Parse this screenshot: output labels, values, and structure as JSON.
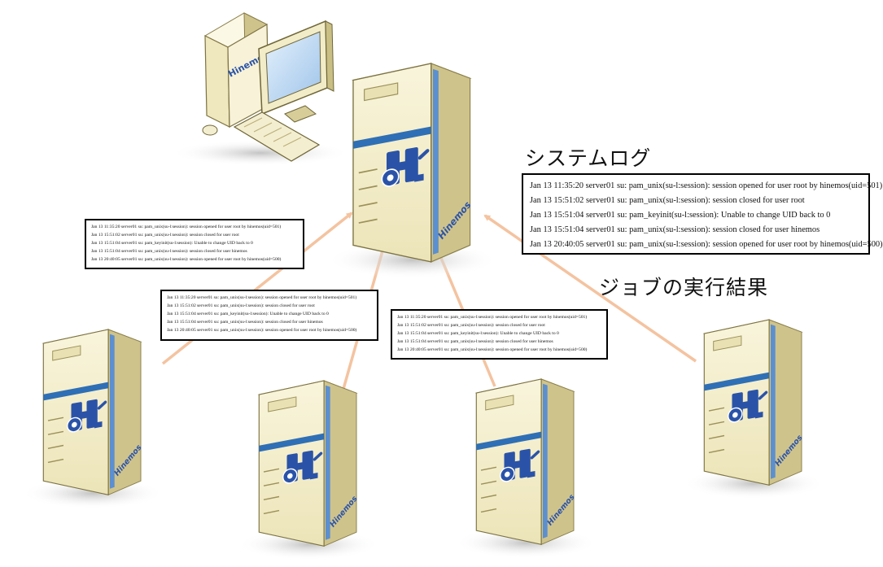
{
  "diagram": {
    "syslog_heading": "システムログ",
    "job_heading": "ジョブの実行結果",
    "brand_label": "Hinemos",
    "server_brand": "Hinemos",
    "central_log": [
      "Jan 13 11:35:20 server01 su: pam_unix(su-l:session): session opened for user root by hinemos(uid=501)",
      "Jan 13 15:51:02 server01 su: pam_unix(su-l:session): session closed for user root",
      "Jan 13 15:51:04 server01 su: pam_keyinit(su-l:session): Unable to change UID back to 0",
      "Jan 13 15:51:04 server01 su: pam_unix(su-l:session): session closed for user hinemos",
      "Jan 13 20:40:05 server01 su: pam_unix(su-l:session): session opened for user root by hinemos(uid=500)"
    ],
    "server_logs": [
      [
        "Jan 13 11:35:20 server01 su: pam_unix(su-l:session): session opened for user root by hinemos(uid=501)",
        "Jan 13 15:51:02 server01 su: pam_unix(su-l:session): session closed for user root",
        "Jan 13 15:51:04 server01 su: pam_keyinit(su-l:session): Unable to change UID back to 0",
        "Jan 13 15:51:04 server01 su: pam_unix(su-l:session): session closed for user hinemos",
        "Jan 13 20:40:05 server01 su: pam_unix(su-l:session): session opened for user root by hinemos(uid=500)"
      ],
      [
        "Jan 13 11:35:20 server01 su: pam_unix(su-l:session): session opened for user root by hinemos(uid=501)",
        "Jan 13 15:51:02 server01 su: pam_unix(su-l:session): session closed for user root",
        "Jan 13 15:51:04 server01 su: pam_keyinit(su-l:session): Unable to change UID back to 0",
        "Jan 13 15:51:04 server01 su: pam_unix(su-l:session): session closed for user hinemos",
        "Jan 13 20:40:05 server01 su: pam_unix(su-l:session): session opened for user root by hinemos(uid=500)"
      ],
      [
        "Jan 13 11:35:20 server01 su: pam_unix(su-l:session): session opened for user root by hinemos(uid=501)",
        "Jan 13 15:51:02 server01 su: pam_unix(su-l:session): session closed for user root",
        "Jan 13 15:51:04 server01 su: pam_keyinit(su-l:session): Unable to change UID back to 0",
        "Jan 13 15:51:04 server01 su: pam_unix(su-l:session): session closed for user hinemos",
        "Jan 13 20:40:05 server01 su: pam_unix(su-l:session): session opened for user root by hinemos(uid=500)"
      ]
    ],
    "colors": {
      "arrow": "#f4c3a0",
      "server_body": "#f5f0d2",
      "server_side": "#c9bf85",
      "server_stripe": "#2f6fb5",
      "logo": "#2a53a8"
    }
  }
}
